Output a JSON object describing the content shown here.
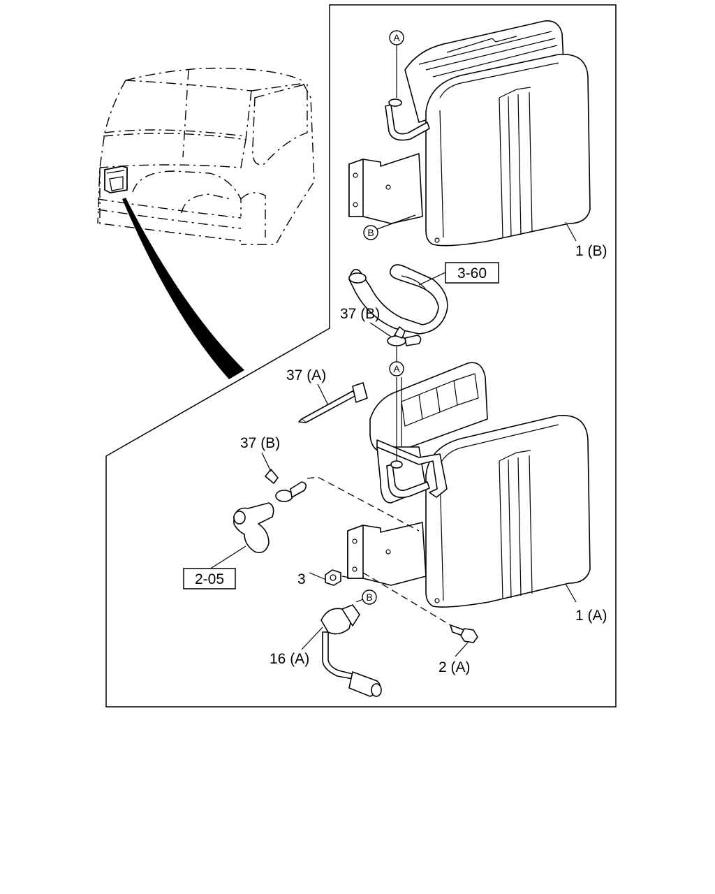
{
  "callouts": {
    "part_1b": "1 (B)",
    "part_1a": "1 (A)",
    "ref_3_60": "3-60",
    "ref_2_05": "2-05",
    "part_37b_upper": "37 (B)",
    "part_37b_lower": "37 (B)",
    "part_37a": "37 (A)",
    "part_3": "3",
    "part_16a": "16 (A)",
    "part_2a": "2 (A)"
  },
  "markers": {
    "a_top": "A",
    "b_top": "B",
    "a_mid": "A",
    "b_low": "B"
  }
}
